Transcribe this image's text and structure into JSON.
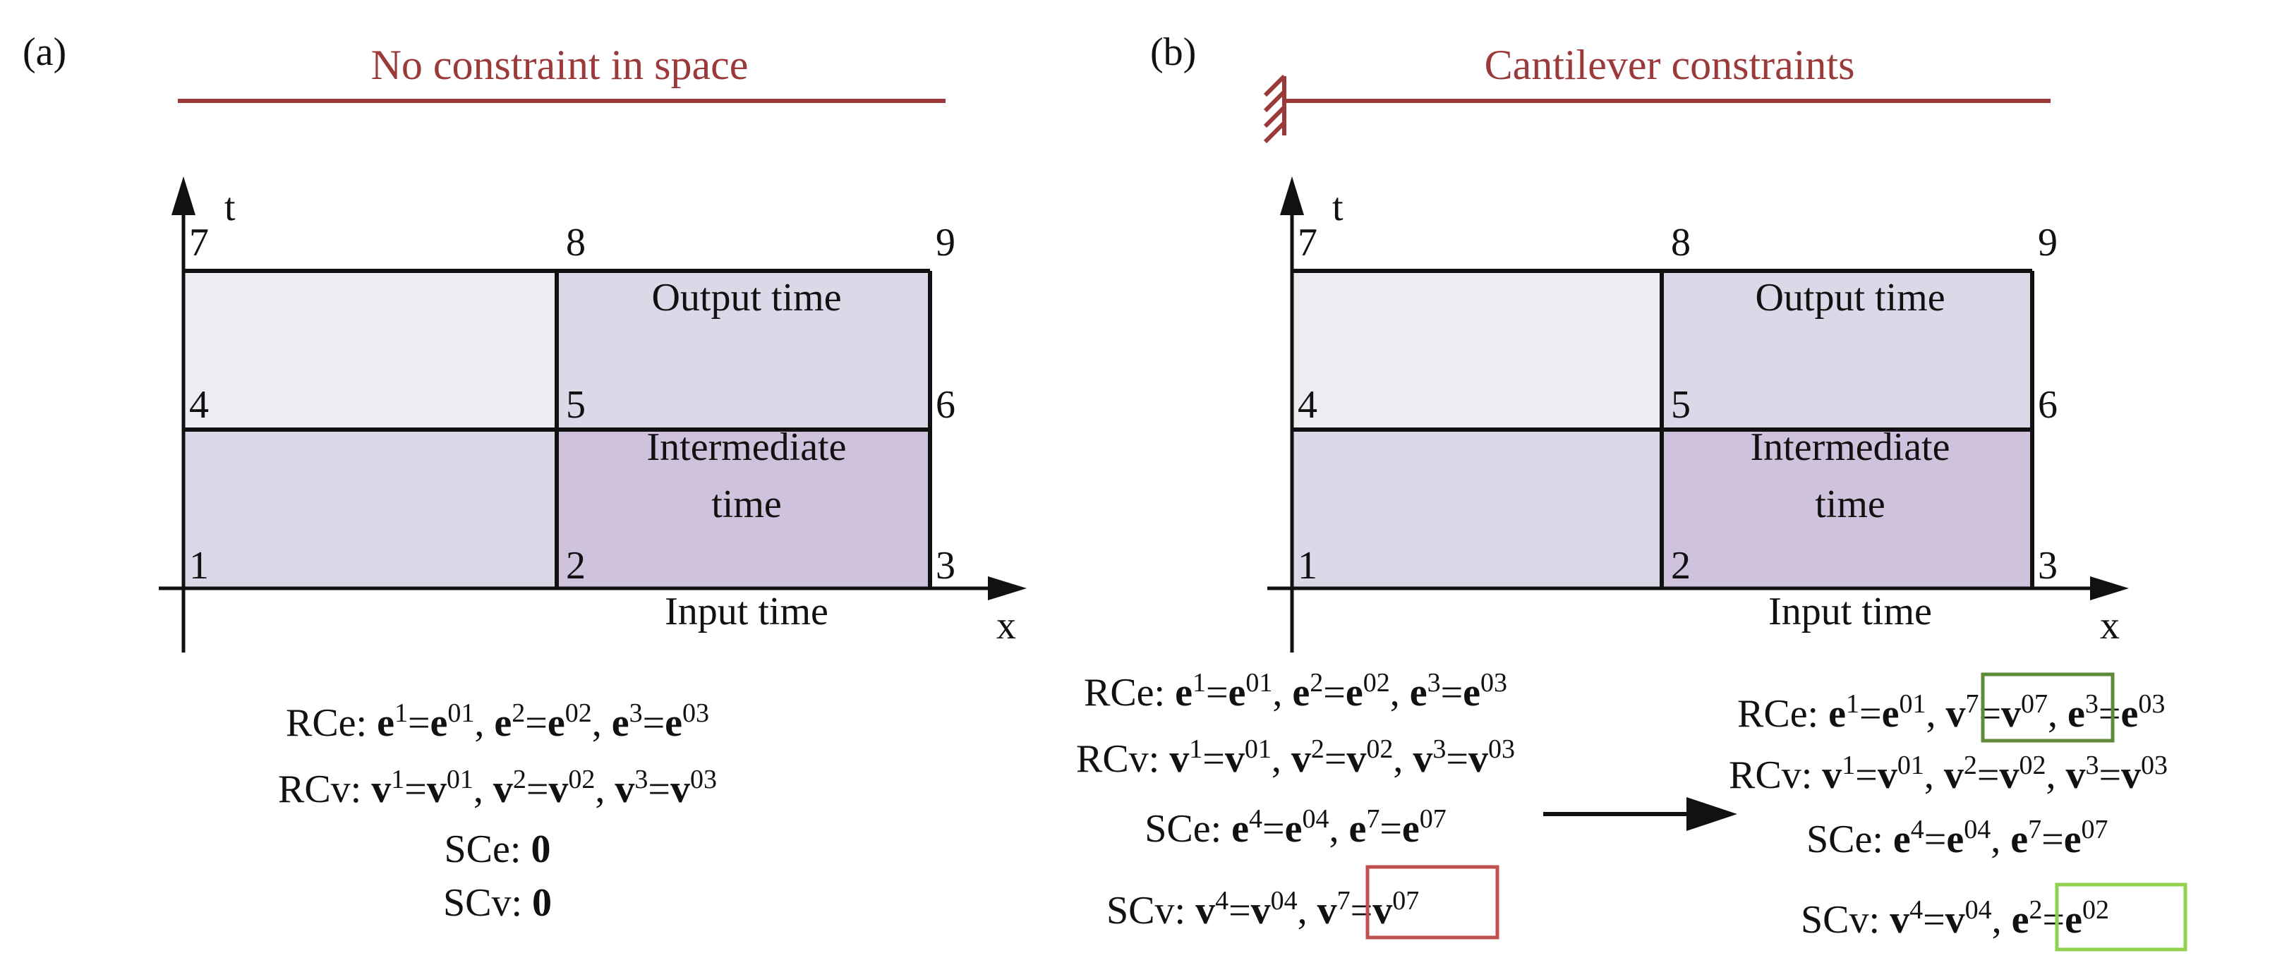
{
  "colors": {
    "title": "#9b3a3a",
    "cell_light": "#eeebf3",
    "cell_mid": "#ddd8e8",
    "cell_dark": "#cfc2dc",
    "red_box": "#c0504d",
    "green_dark": "#5e8a3a",
    "green_light": "#8fd14f"
  },
  "panels": [
    {
      "label": "(a)",
      "title": "No constraint in space",
      "axis_t": "t",
      "axis_x": "x",
      "nodes": [
        "1",
        "2",
        "3",
        "4",
        "5",
        "6",
        "7",
        "8",
        "9"
      ],
      "output_time": "Output time",
      "intermediate_line1": "Intermediate",
      "intermediate_line2": "time",
      "input_time": "Input time",
      "equations": {
        "rce_prefix": "RCe: ",
        "rcv_prefix": "RCv: ",
        "sce_prefix": "SCe: ",
        "scv_prefix": "SCv: ",
        "zero": "0"
      }
    },
    {
      "label": "(b)",
      "title": "Cantilever constraints",
      "axis_t": "t",
      "axis_x": "x",
      "nodes": [
        "1",
        "2",
        "3",
        "4",
        "5",
        "6",
        "7",
        "8",
        "9"
      ],
      "output_time": "Output time",
      "intermediate_line1": "Intermediate",
      "intermediate_line2": "time",
      "input_time": "Input time",
      "equations": {
        "rce_prefix": "RCe: ",
        "rcv_prefix": "RCv: ",
        "sce_prefix": "SCe: ",
        "scv_prefix": "SCv: "
      }
    }
  ],
  "symbols": {
    "e": "e",
    "v": "v",
    "eq": "=",
    "sep": ", ",
    "sup": [
      "1",
      "2",
      "3",
      "4",
      "7"
    ],
    "sup0": [
      "01",
      "02",
      "03",
      "04",
      "07"
    ]
  }
}
